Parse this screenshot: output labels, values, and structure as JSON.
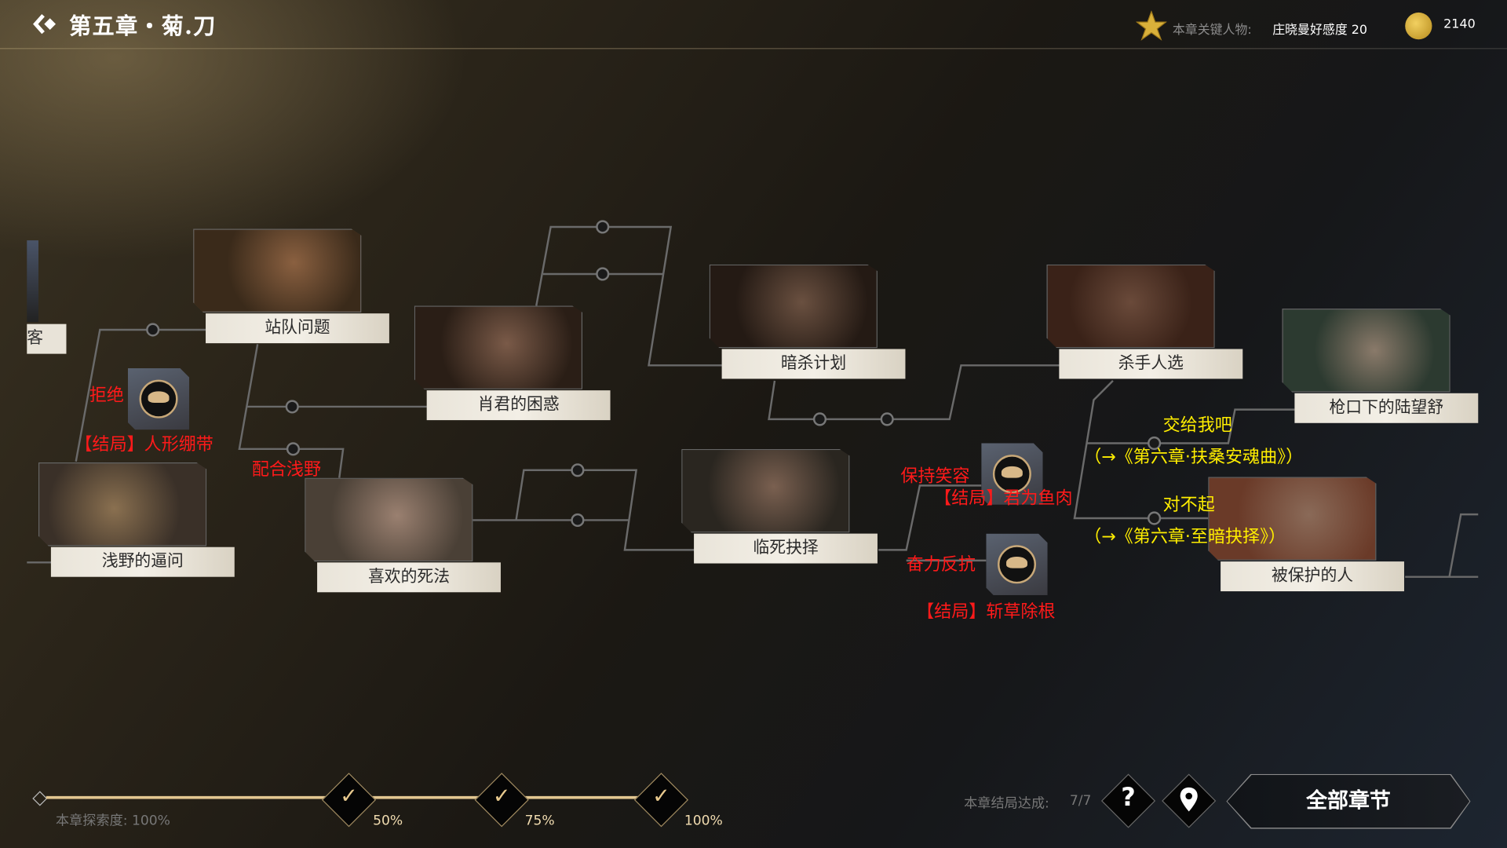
{
  "header": {
    "title": "第五章・菊.刀",
    "key_character_label": "本章关键人物:",
    "key_character_value": "庄晓曼好感度 20",
    "coins": "2140"
  },
  "nodes": [
    {
      "label": "客"
    },
    {
      "label": "站队问题"
    },
    {
      "label": "肖君的困惑"
    },
    {
      "label": "暗杀计划"
    },
    {
      "label": "杀手人选"
    },
    {
      "label": "枪口下的陆望舒"
    },
    {
      "label": "浅野的逼问"
    },
    {
      "label": "喜欢的死法"
    },
    {
      "label": "临死抉择"
    },
    {
      "label": "被保护的人"
    }
  ],
  "choices": {
    "refuse": "拒绝",
    "cooperate": "配合浅野",
    "smile": "保持笑容",
    "resist": "奋力反抗"
  },
  "endings": {
    "e1": "【结局】人形绷带",
    "e2": "【结局】君为鱼肉",
    "e3": "【结局】斩草除根"
  },
  "branches": [
    {
      "choice": "交给我吧",
      "target": "（→《第六章·扶桑安魂曲》）"
    },
    {
      "choice": "对不起",
      "target": "（→《第六章·至暗抉择》）"
    }
  ],
  "progress": {
    "label": "本章探索度: 100%",
    "value": 100,
    "milestones": [
      "50%",
      "75%",
      "100%"
    ]
  },
  "footer": {
    "ending_label": "本章结局达成:",
    "ending_value": "7/7",
    "all_chapters": "全部章节"
  },
  "colors": {
    "accent": "#e8c98e",
    "choice_red": "#ff1a1a",
    "branch_yellow": "#ffee00"
  }
}
